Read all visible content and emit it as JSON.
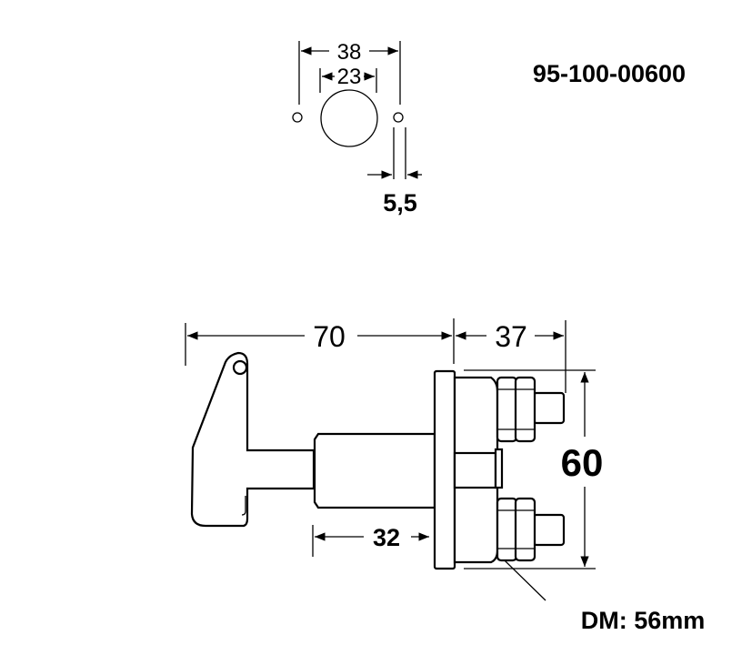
{
  "part_number": "95-100-00600",
  "front_view": {
    "outer_spacing": "38",
    "hole_diameter": "23",
    "screw_hole": "5,5"
  },
  "side_view": {
    "total_length": "70",
    "terminal_length": "37",
    "height": "60",
    "shaft_length": "32",
    "diameter_label": "DM: 56mm"
  }
}
